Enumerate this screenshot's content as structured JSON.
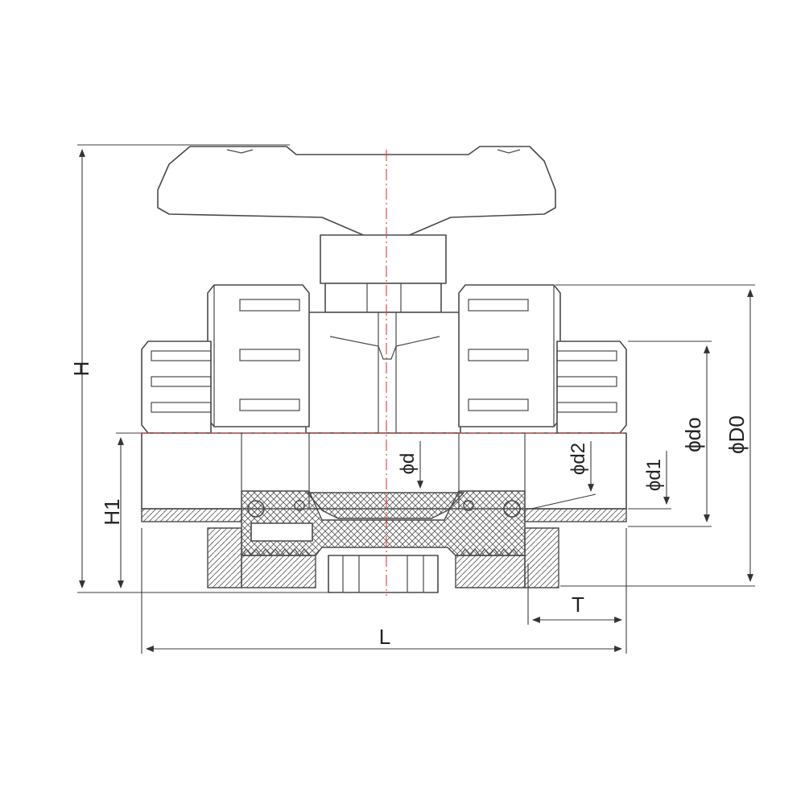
{
  "labels": {
    "H": "H",
    "H1": "H1",
    "L": "L",
    "T": "T",
    "d": "ϕd",
    "d2": "ϕd2",
    "d1": "ϕd1",
    "do": "ϕdo",
    "D0": "ϕD0"
  },
  "colors": {
    "line": "#4a4a4a",
    "centerline": "#e23b3b",
    "text": "#222222"
  }
}
